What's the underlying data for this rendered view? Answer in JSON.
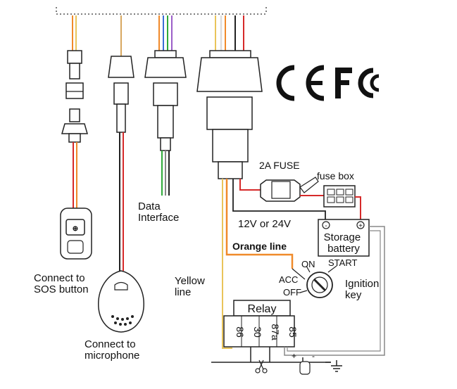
{
  "labels": {
    "sos": [
      "Connect to",
      "SOS button"
    ],
    "microphone": [
      "Connect to",
      "microphone"
    ],
    "data_interface": [
      "Data",
      "Interface"
    ],
    "yellow_line": [
      "Yellow",
      "line"
    ],
    "fuse": "2A FUSE",
    "fuse_box": "fuse box",
    "voltage": "12V or 24V",
    "battery": [
      "Storage",
      "battery"
    ],
    "battery_minus": "-",
    "battery_plus": "+",
    "orange_line": "Orange line",
    "ignition": [
      "Ignition",
      "key"
    ],
    "key_positions": {
      "acc": "ACC",
      "on": "ON",
      "start": "START",
      "off": "OFF"
    },
    "relay": "Relay",
    "relay_pins": [
      "86",
      "30",
      "87a",
      "85"
    ],
    "ground_plus": "+",
    "ground_minus": "-"
  },
  "logos": {
    "ce": "CE",
    "fcc": "FC"
  },
  "wire_colors": {
    "orange": "#f08a2a",
    "red": "#d62a2a",
    "yellow": "#e9c45a",
    "green": "#2faa3a",
    "blue": "#3a6fd6",
    "purple": "#9b5ec8",
    "black": "#222222",
    "white": "#dddddd",
    "tan": "#d8a860",
    "gray": "#888888"
  }
}
